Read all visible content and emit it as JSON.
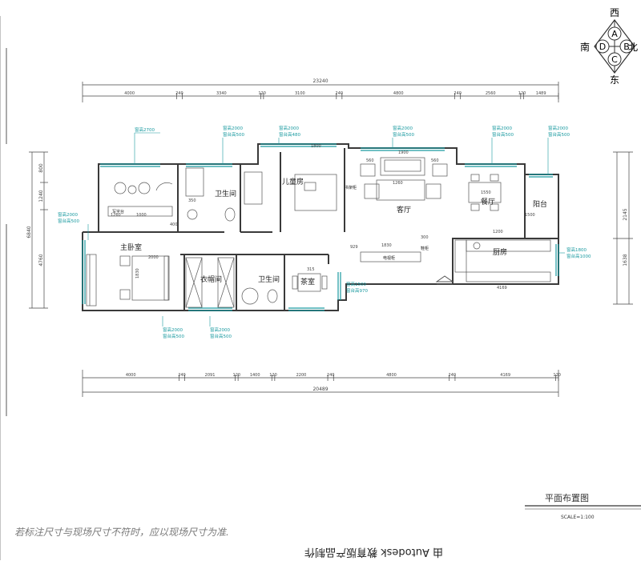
{
  "compass": {
    "west": "西",
    "north": "北",
    "east": "东",
    "south": "南",
    "top": "A",
    "left": "D",
    "right": "B",
    "bottom": "C"
  },
  "dims_top": {
    "total": "23240",
    "segments": [
      "4000",
      "240",
      "3340",
      "120",
      "3100",
      "240",
      "4800",
      "240",
      "2560",
      "120",
      "1489"
    ]
  },
  "dims_bottom": {
    "total": "20489",
    "segments": [
      "4000",
      "240",
      "2091",
      "120",
      "1400",
      "120",
      "2200",
      "240",
      "4800",
      "240",
      "4169",
      "120"
    ]
  },
  "dims_left": [
    "800",
    "1240",
    "6840",
    "4760"
  ],
  "dims_right": [
    "2145",
    "1638"
  ],
  "rooms": {
    "master_bed": "主卧室",
    "bath1": "卫生间",
    "kids": "儿童房",
    "living": "客厅",
    "dining": "餐厅",
    "balcony": "阳台",
    "kitchen": "厨房",
    "closet": "衣帽间",
    "bath2": "卫生间",
    "tea": "茶室",
    "desk": "写字台",
    "tv_cab": "电视柜",
    "shoe": "鞋柜",
    "bookshelf": "书架柜"
  },
  "window_labels": {
    "w1": "窗高2700",
    "w2a": "窗高2000",
    "w2b": "窗台高500",
    "w3a": "窗高2000",
    "w3b": "窗台高480",
    "w4a": "窗高2000",
    "w4b": "窗台高500",
    "w5a": "窗高2000",
    "w5b": "窗台高500",
    "w6a": "窗高2000",
    "w6b": "窗台高500",
    "w7a": "窗高2000",
    "w7b": "窗台高500",
    "w8a": "窗高1800",
    "w8b": "窗台高1000",
    "w9a": "窗高2000",
    "w9b": "窗台高500",
    "w10a": "窗高2000",
    "w10b": "窗台高500",
    "w11a": "窗高1500",
    "w11b": "窗台高970"
  },
  "inner_dims": [
    "1800",
    "1900",
    "560",
    "560",
    "1260",
    "1550",
    "1200",
    "1830",
    "929",
    "300",
    "1830",
    "2000",
    "1260",
    "1000",
    "4169",
    "350",
    "400",
    "1500",
    "315"
  ],
  "title": {
    "name": "平面布置图",
    "scale": "SCALE=1:100"
  },
  "note": "若标注尺寸与现场尺寸不符时，应以现场尺寸为准.",
  "footer": "由 Autodesk 教育版产品制作",
  "colors": {
    "line": "#3a3a3a",
    "dim": "#444444",
    "annot": "#1a9aa0",
    "room": "#222222"
  }
}
